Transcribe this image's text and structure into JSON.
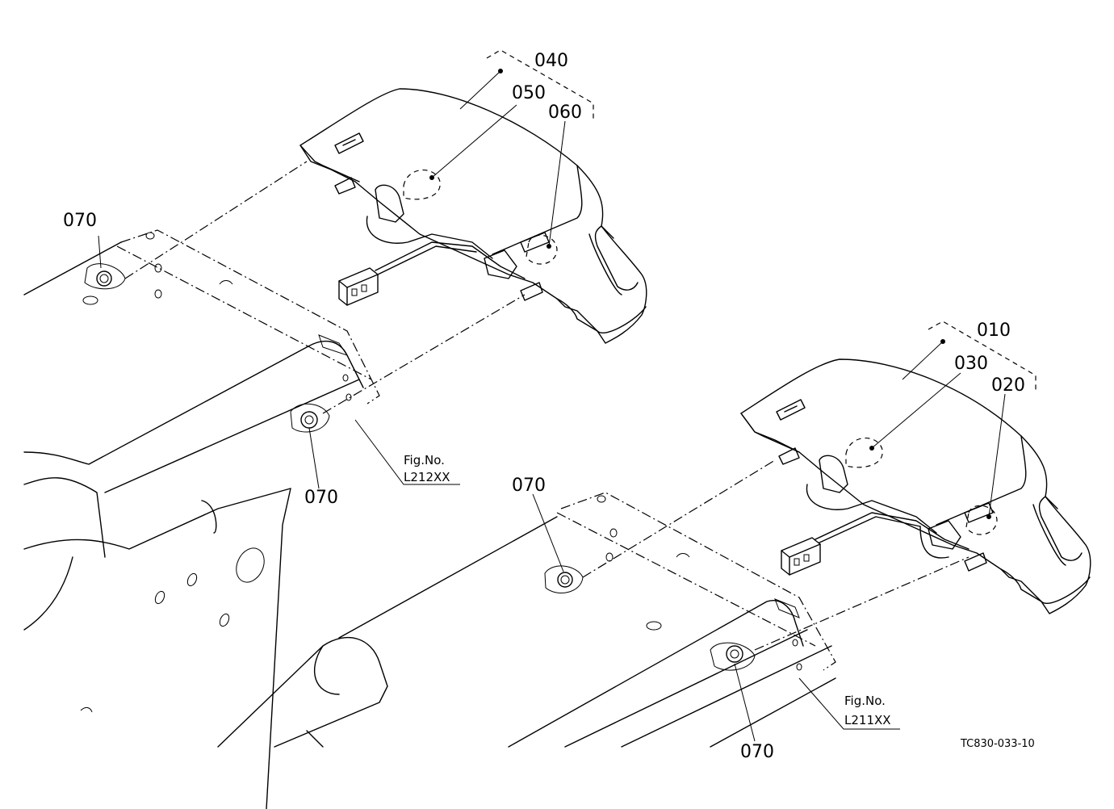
{
  "diagram": {
    "part_labels": {
      "p040": "040",
      "p050": "050",
      "p060": "060",
      "p010": "010",
      "p030": "030",
      "p020": "020",
      "p070_top_left": "070",
      "p070_mid_left": "070",
      "p070_mid_right": "070",
      "p070_bottom_right": "070"
    },
    "fig_refs": {
      "left": {
        "title": "Fig.No.",
        "code": "L212XX"
      },
      "right": {
        "title": "Fig.No.",
        "code": "L211XX"
      }
    },
    "drawing_code": "TC830-033-10"
  }
}
